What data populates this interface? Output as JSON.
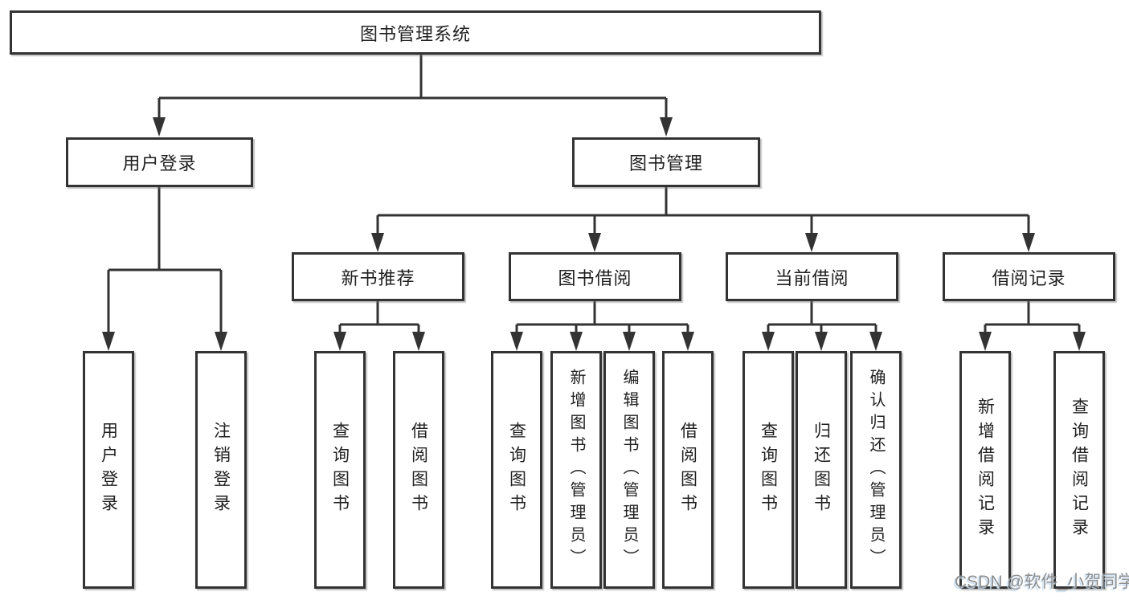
{
  "diagram": {
    "root": {
      "label": "图书管理系统"
    },
    "branches": [
      {
        "label": "用户登录",
        "children": [
          {
            "label": "用户登录"
          },
          {
            "label": "注销登录"
          }
        ]
      },
      {
        "label": "图书管理",
        "sections": [
          {
            "label": "新书推荐",
            "children": [
              {
                "label": "查询图书"
              },
              {
                "label": "借阅图书"
              }
            ]
          },
          {
            "label": "图书借阅",
            "children": [
              {
                "label": "查询图书"
              },
              {
                "label": "新增图书（管理员）"
              },
              {
                "label": "编辑图书（管理员）"
              },
              {
                "label": "借阅图书"
              }
            ]
          },
          {
            "label": "当前借阅",
            "children": [
              {
                "label": "查询图书"
              },
              {
                "label": "归还图书"
              },
              {
                "label": "确认归还（管理员）"
              }
            ]
          },
          {
            "label": "借阅记录",
            "children": [
              {
                "label": "新增借阅记录"
              },
              {
                "label": "查询借阅记录"
              }
            ]
          }
        ]
      }
    ]
  },
  "watermark": {
    "text": "CSDN @软件_小贺同学"
  },
  "colors": {
    "line": "#333333",
    "text": "#1f1f1f",
    "box_bg": "#ffffff",
    "watermark": "#8f8f8f"
  }
}
